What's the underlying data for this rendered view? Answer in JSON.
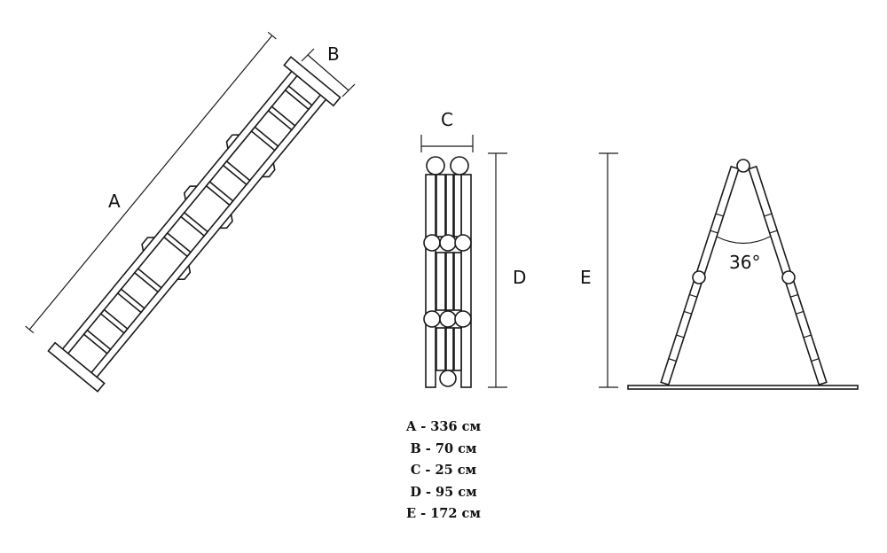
{
  "labels": {
    "a": "A",
    "b": "B",
    "c": "C",
    "d": "D",
    "e": "E",
    "angle": "36°"
  },
  "legend": [
    "A - 336 см",
    "B - 70 см",
    "C - 25 см",
    "D - 95 см",
    "E - 172 см"
  ]
}
